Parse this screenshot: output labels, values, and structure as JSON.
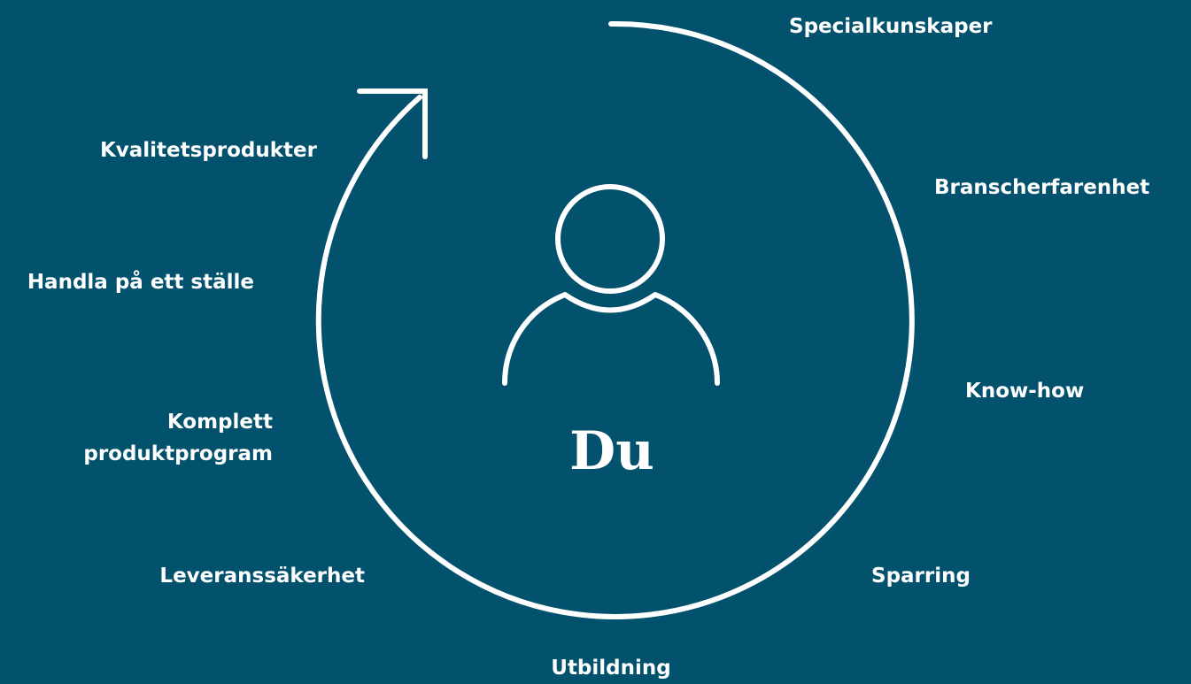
{
  "center_label": "Du",
  "colors": {
    "background": "#02516d",
    "foreground": "#ffffff"
  },
  "icons": {
    "person": "person-icon",
    "cycle_arrow": "cycle-arrow-icon"
  },
  "labels_right": {
    "specialkunskaper": "Specialkunskaper",
    "branscherfarenhet": "Branscherfarenhet",
    "knowhow": "Know-how",
    "sparring": "Sparring"
  },
  "labels_bottom": {
    "utbildning": "Utbildning"
  },
  "labels_left": {
    "leveranssakerhet": "Leveranssäkerhet",
    "komplett_line1": "Komplett",
    "komplett_line2": "produktprogram",
    "handla": "Handla på ett ställe",
    "kvalitetsprodukter": "Kvalitetsprodukter"
  }
}
